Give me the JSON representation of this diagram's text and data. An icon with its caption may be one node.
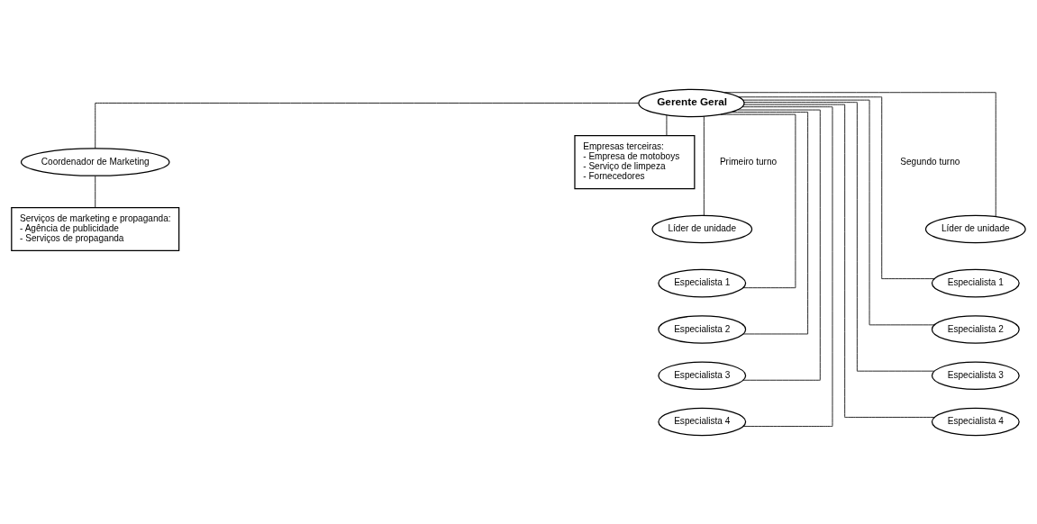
{
  "diagram": {
    "nodes": [
      {
        "text": [
          "Gerente Geral"
        ]
      },
      {
        "text": [
          "Coordenador de Marketing"
        ]
      },
      {
        "text": [
          "Líder de unidade"
        ]
      },
      {
        "text": [
          "Especialista 1"
        ]
      },
      {
        "text": [
          "Especialista 2"
        ]
      },
      {
        "text": [
          "Especialista 3"
        ]
      },
      {
        "text": [
          "Especialista 4"
        ]
      },
      {
        "text": [
          "Líder de unidade"
        ]
      },
      {
        "text": [
          "Especialista 1"
        ]
      },
      {
        "text": [
          "Especialista 2"
        ]
      },
      {
        "text": [
          "Especialista 3"
        ]
      },
      {
        "text": [
          "Especialista 4"
        ]
      },
      {
        "text": [
          "Empresas terceiras:",
          "- Empresa de motoboys",
          "- Serviço de limpeza",
          "- Fornecedores"
        ]
      },
      {
        "text": [
          "Serviços de marketing e propaganda:",
          "- Agência de publicidade",
          "- Serviços de propaganda"
        ]
      }
    ],
    "edges": [
      {
        "from": 0,
        "to": 1,
        "arrow": "none"
      },
      {
        "from": 0,
        "to": 2,
        "arrow": "none"
      },
      {
        "from": 0,
        "to": 3,
        "arrow": "none"
      },
      {
        "from": 0,
        "to": 4,
        "arrow": "none"
      },
      {
        "from": 0,
        "to": 5,
        "arrow": "none"
      },
      {
        "from": 0,
        "to": 6,
        "arrow": "none"
      },
      {
        "from": 0,
        "to": 7,
        "arrow": "none"
      },
      {
        "from": 0,
        "to": 8,
        "arrow": "none"
      },
      {
        "from": 0,
        "to": 9,
        "arrow": "none"
      },
      {
        "from": 0,
        "to": 10,
        "arrow": "none"
      },
      {
        "from": 0,
        "to": 11,
        "arrow": "none"
      },
      {
        "from": 0,
        "to": 12,
        "arrow": "none"
      },
      {
        "from": 1,
        "to": 13,
        "arrow": "none"
      }
    ],
    "labels": [
      "Primeiro turno",
      "Segundo turno"
    ]
  }
}
